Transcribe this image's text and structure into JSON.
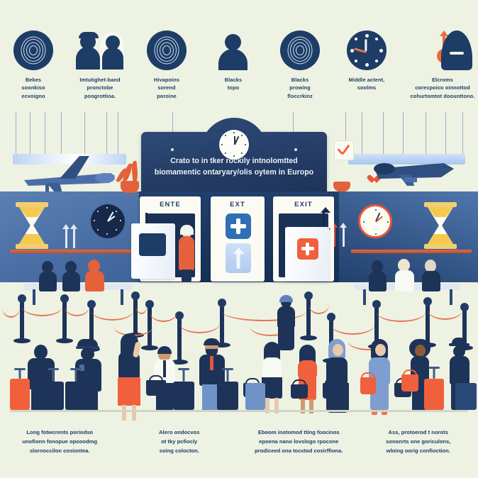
{
  "theme": {
    "background": "#eef2e3",
    "navy": "#1d3d66",
    "deep_navy": "#162f54",
    "accent_orange": "#e8734f",
    "accent_red": "#f0603c",
    "light_blue": "#aecbee",
    "sand": "#f5c84f"
  },
  "top_icons": [
    {
      "icon": "fingerprint-icon",
      "label": "Bekes\nsoonkiso\necvoigno"
    },
    {
      "icon": "two-people-icon",
      "label": "Imtutighet-band\npronctobe\npoogrottioa."
    },
    {
      "icon": "fingerprint-icon",
      "label": "Hivapoins\nsorend\nporoine"
    },
    {
      "icon": "person-silhouette-icon",
      "label": "Blacks\ntopo"
    },
    {
      "icon": "fingerprint-icon",
      "label": "Blacks\nprowing\nfloccrkinz"
    },
    {
      "icon": "clock-icon",
      "label": "Middle actent,\nsoolms"
    },
    {
      "icon": "hooded-figure-icon",
      "label": "Elcroms\ncorecpoico oinnottod\ncohurtomtot doounttono."
    }
  ],
  "banner": {
    "headline": "Crato to in tker rockily intnolomtted\nbiomamentic ontaryary/olis oytem in Europo",
    "clock_icon": "wall-clock-icon"
  },
  "gates": [
    {
      "name": "gate-enter",
      "label": "ENTE"
    },
    {
      "name": "gate-ext",
      "label": "EXT"
    },
    {
      "name": "gate-exit",
      "label": "EXIT"
    }
  ],
  "scene": {
    "left_hourglass": "hourglass-icon",
    "right_hourglass": "hourglass-icon",
    "left_wall_clock": "wall-clock-icon",
    "right_wall_clock": "wall-clock-icon",
    "plane_left": "airplane-icon",
    "plane_right": "airplane-icon",
    "checkbox": "checkmark-box-icon",
    "heart": "heart-icon",
    "plant_left": "potted-plant-icon",
    "plant_right": "potted-plant-icon"
  },
  "captions": [
    "Long fotwcrents poriodso\nunofionn fonopue opooodmg\nslornoccilon cosiontea.",
    "Alero ondocvos\not tky pcfiocly\nsoing colocton.",
    "Eboom inotomod tting foocinos\nepoena nano lovslogo rpocone\nprodiceed ona tocxtod cosirffiona.",
    "Ass, protoerod t norots\nsononrts one goriculons,\nwloing oorig confioction."
  ]
}
